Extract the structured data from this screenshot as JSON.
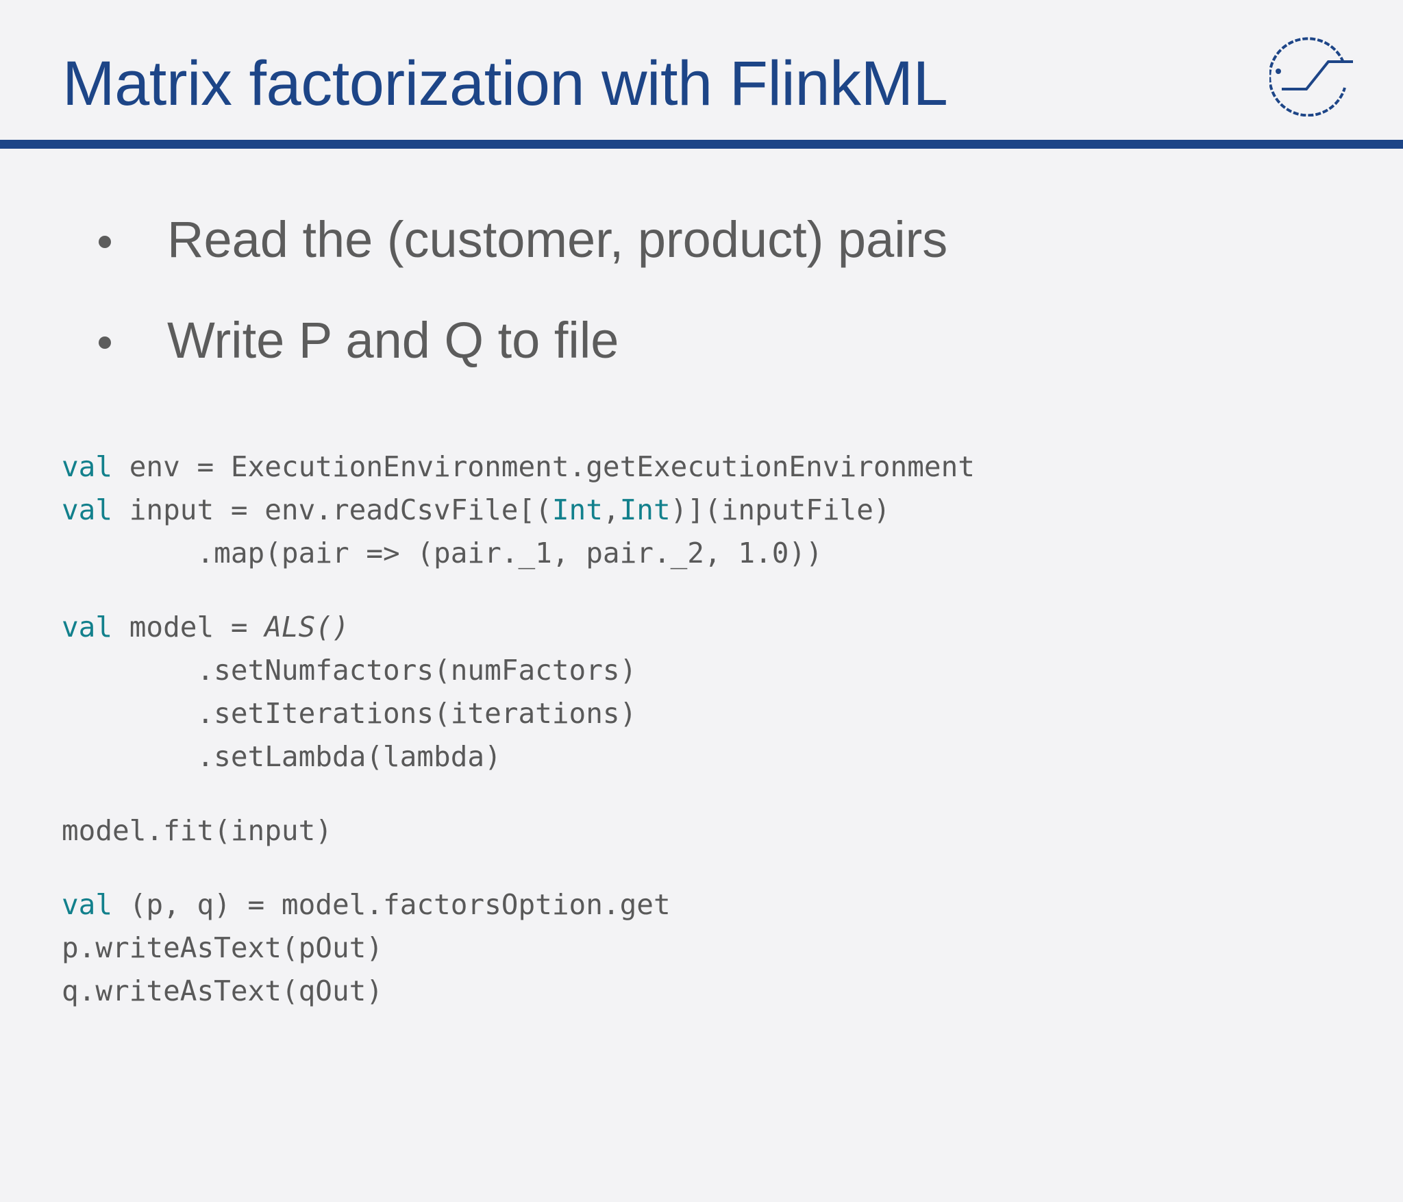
{
  "slide": {
    "title": "Matrix factorization with FlinkML",
    "bullets": [
      "Read the (customer, product) pairs",
      "Write P and Q to file"
    ],
    "code": {
      "l1_kw": "val",
      "l1_rest": " env = ExecutionEnvironment.getExecutionEnvironment",
      "l2_kw": "val",
      "l2_a": " input = env.readCsvFile[(",
      "l2_t1": "Int",
      "l2_b": ",",
      "l2_t2": "Int",
      "l2_c": ")](inputFile)",
      "l3": "        .map(pair => (pair._1, pair._2, 1.0))",
      "l4_kw": "val",
      "l4_a": " model = ",
      "l4_als": "ALS()",
      "l5": "        .setNumfactors(numFactors)",
      "l6": "        .setIterations(iterations)",
      "l7": "        .setLambda(lambda)",
      "l8": "model.fit(input)",
      "l9_kw": "val",
      "l9_rest": " (p, q) = model.factorsOption.get",
      "l10": "p.writeAsText(pOut)",
      "l11": "q.writeAsText(qOut)"
    }
  },
  "logo": {
    "icon": "flink-logo-icon"
  },
  "colors": {
    "brand": "#1d4587",
    "keyword": "#12808c",
    "text": "#595959",
    "background": "#f3f3f5"
  }
}
